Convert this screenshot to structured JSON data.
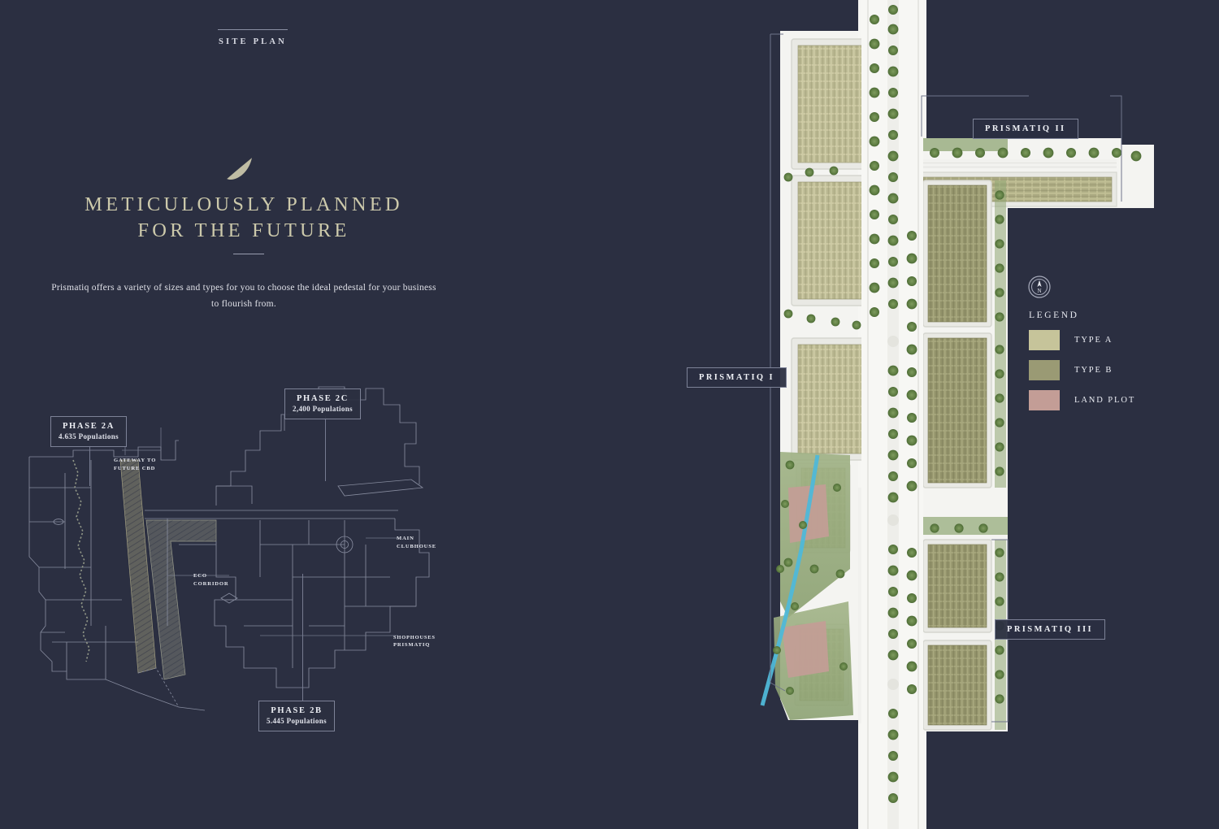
{
  "page": {
    "background_color": "#2b2f41",
    "accent_color": "#ccc9ab"
  },
  "intro": {
    "eyebrow": "SITE PLAN",
    "icon": "leaf-icon",
    "headline_line1": "METICULOUSLY PLANNED",
    "headline_line2": "FOR THE FUTURE",
    "body": "Prismatiq offers a variety of sizes and types for you to choose the ideal pedestal for your business to flourish from."
  },
  "masterplan": {
    "phases": [
      {
        "id": "2a",
        "title": "PHASE 2A",
        "population": "4.635 Populations"
      },
      {
        "id": "2c",
        "title": "PHASE 2C",
        "population": "2,400 Populations"
      },
      {
        "id": "2b",
        "title": "PHASE 2B",
        "population": "5.445 Populations"
      }
    ],
    "notes": [
      {
        "id": "gateway",
        "line1": "GATEWAY TO",
        "line2": "FUTURE CBD"
      },
      {
        "id": "eco-corridor",
        "line1": "ECO",
        "line2": "CORRIDOR"
      },
      {
        "id": "main-clubhouse",
        "line1": "MAIN",
        "line2": "CLUBHOUSE"
      },
      {
        "id": "prismatiq",
        "line1": "SHOPHOUSES",
        "line2": "PRISMATIQ"
      }
    ]
  },
  "siteplan": {
    "tags": [
      {
        "id": "p1",
        "label": "PRISMATIQ I"
      },
      {
        "id": "p2",
        "label": "PRISMATIQ II"
      },
      {
        "id": "p3",
        "label": "PRISMATIQ III"
      }
    ]
  },
  "legend": {
    "compass_icon": "north-arrow-icon",
    "title": "LEGEND",
    "items": [
      {
        "label": "TYPE A",
        "color": "#c6c49a"
      },
      {
        "label": "TYPE B",
        "color": "#9a9a74"
      },
      {
        "label": "LAND PLOT",
        "color": "#c39d96"
      }
    ]
  }
}
